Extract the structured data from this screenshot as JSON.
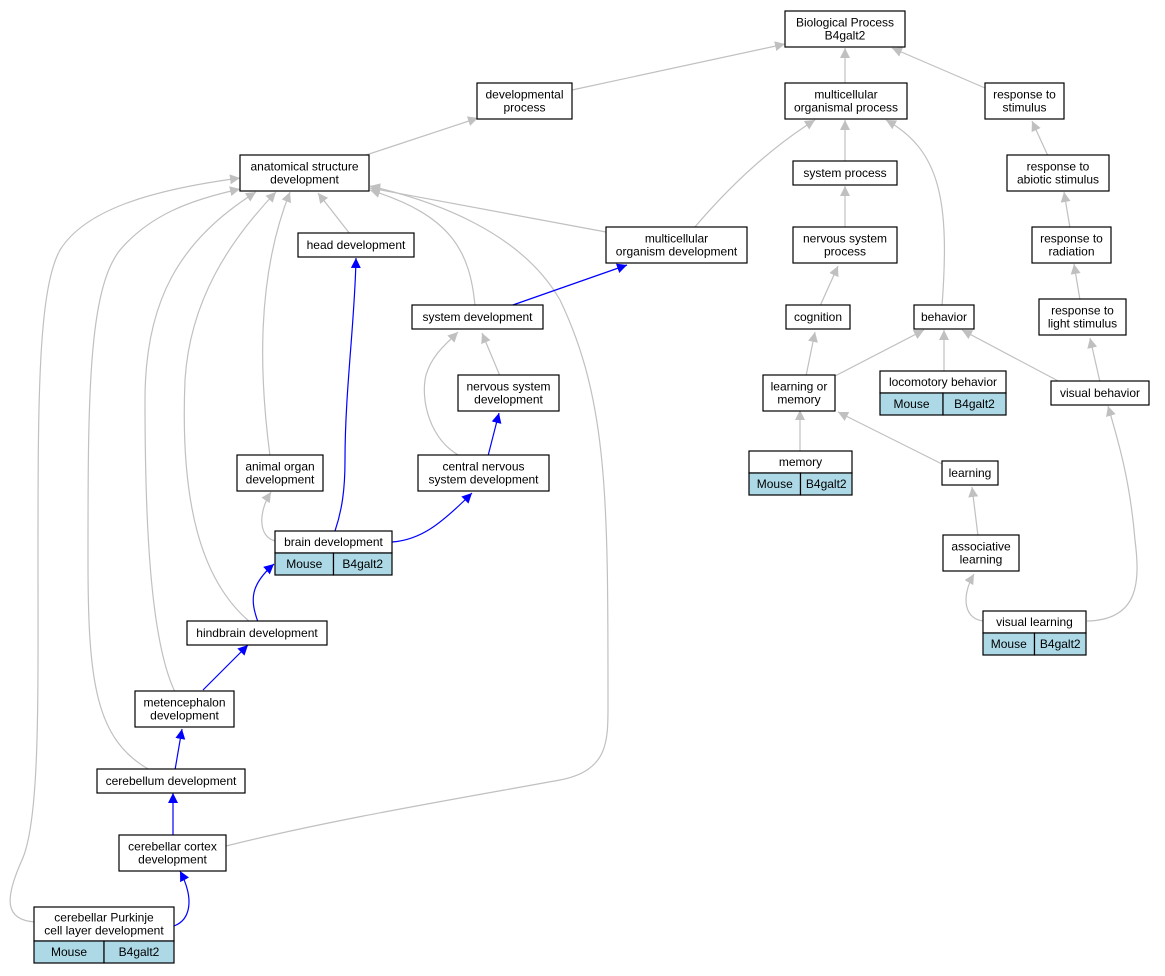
{
  "colors": {
    "gray_edge": "#c0c0c0",
    "blue_edge": "#0000ff",
    "annot_fill": "#add8e6",
    "node_border": "#000000"
  },
  "nodes": [
    {
      "id": "bp",
      "lines": [
        "Biological Process",
        "B4galt2"
      ]
    },
    {
      "id": "devproc",
      "lines": [
        "developmental",
        "process"
      ]
    },
    {
      "id": "mop",
      "lines": [
        "multicellular",
        "organismal process"
      ]
    },
    {
      "id": "rts",
      "lines": [
        "response to",
        "stimulus"
      ]
    },
    {
      "id": "asd",
      "lines": [
        "anatomical structure",
        "development"
      ]
    },
    {
      "id": "sysproc",
      "lines": [
        "system process"
      ]
    },
    {
      "id": "ras",
      "lines": [
        "response to",
        "abiotic stimulus"
      ]
    },
    {
      "id": "headdev",
      "lines": [
        "head development"
      ]
    },
    {
      "id": "mod",
      "lines": [
        "multicellular",
        "organism development"
      ]
    },
    {
      "id": "nsp",
      "lines": [
        "nervous system",
        "process"
      ]
    },
    {
      "id": "rtr",
      "lines": [
        "response to",
        "radiation"
      ]
    },
    {
      "id": "sysdev",
      "lines": [
        "system development"
      ]
    },
    {
      "id": "cognition",
      "lines": [
        "cognition"
      ]
    },
    {
      "id": "behavior",
      "lines": [
        "behavior"
      ]
    },
    {
      "id": "rtls",
      "lines": [
        "response to",
        "light stimulus"
      ]
    },
    {
      "id": "nsd",
      "lines": [
        "nervous system",
        "development"
      ]
    },
    {
      "id": "lom",
      "lines": [
        "learning or",
        "memory"
      ]
    },
    {
      "id": "locbeh",
      "lines": [
        "locomotory behavior"
      ],
      "annot": [
        "Mouse",
        "B4galt2"
      ]
    },
    {
      "id": "visbeh",
      "lines": [
        "visual behavior"
      ]
    },
    {
      "id": "aod",
      "lines": [
        "animal organ",
        "development"
      ]
    },
    {
      "id": "cnsd",
      "lines": [
        "central nervous",
        "system development"
      ]
    },
    {
      "id": "memory",
      "lines": [
        "memory"
      ],
      "annot": [
        "Mouse",
        "B4galt2"
      ]
    },
    {
      "id": "learning",
      "lines": [
        "learning"
      ]
    },
    {
      "id": "braindev",
      "lines": [
        "brain development"
      ],
      "annot": [
        "Mouse",
        "B4galt2"
      ]
    },
    {
      "id": "assoc",
      "lines": [
        "associative",
        "learning"
      ]
    },
    {
      "id": "vislearn",
      "lines": [
        "visual learning"
      ],
      "annot": [
        "Mouse",
        "B4galt2"
      ]
    },
    {
      "id": "hbd",
      "lines": [
        "hindbrain development"
      ]
    },
    {
      "id": "metd",
      "lines": [
        "metencephalon",
        "development"
      ]
    },
    {
      "id": "cbd",
      "lines": [
        "cerebellum development"
      ]
    },
    {
      "id": "cbcd",
      "lines": [
        "cerebellar cortex",
        "development"
      ]
    },
    {
      "id": "cpcl",
      "lines": [
        "cerebellar Purkinje",
        "cell layer development"
      ],
      "annot": [
        "Mouse",
        "B4galt2"
      ]
    }
  ]
}
